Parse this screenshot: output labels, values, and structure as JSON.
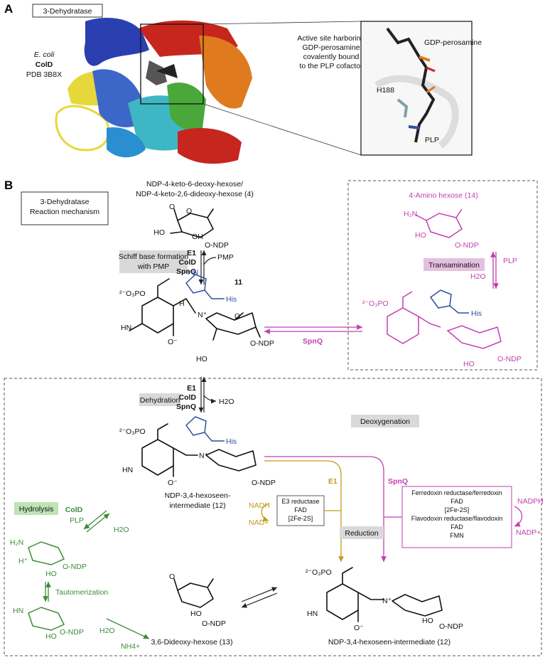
{
  "panel_a": {
    "label": "A",
    "title": "3-Dehydratase",
    "organism": "E. coli",
    "protein": "ColD",
    "pdb": "PDB 3B8X",
    "callout_line1": "Active site harboring",
    "callout_line2": "GDP-perosamine",
    "callout_line3": "covalently bound",
    "callout_line4": "to the PLP cofactor",
    "inset_ligand": "GDP-perosamine",
    "inset_residue": "H188",
    "inset_cofactor": "PLP"
  },
  "panel_b": {
    "label": "B",
    "title_line1": "3-Dehydratase",
    "title_line2": "Reaction mechanism",
    "substrate_line1": "NDP-4-keto-6-deoxy-hexose/",
    "substrate_line2": "NDP-4-keto-2,6-dideoxy-hexose (4)",
    "step1_label": "Schiff base formation with PMP",
    "step1_enzymes": [
      "E1",
      "ColD",
      "SpnQ"
    ],
    "step1_reagent": "PMP",
    "compound_11": "11",
    "his": "His",
    "spnq_label": "SpnQ",
    "transamination_box": {
      "product": "4-Amino hexose (14)",
      "step": "Transamination",
      "reagent_out": "PLP",
      "reagent_in": "H2O"
    },
    "dehydration": {
      "label": "Dehydration",
      "enzymes": [
        "E1",
        "ColD",
        "SpnQ"
      ],
      "product": "H2O"
    },
    "intermediate12": "NDP-3,4-hexoseen-intermediate (12)",
    "deoxygenation": "Deoxygenation",
    "hydrolysis": {
      "label": "Hydrolysis",
      "enzyme": "ColD",
      "reagent_out": "PLP",
      "reagent_in": "H2O",
      "tautomerization": "Tautomerization",
      "h2o": "H2O",
      "nh4": "NH4+"
    },
    "e1_branch": {
      "enzyme": "E1",
      "box": [
        "E3 reductase",
        "FAD",
        "[2Fe-2S]"
      ],
      "nadh": "NADH",
      "nad": "NAD+"
    },
    "reduction": "Reduction",
    "spnq_branch": {
      "enzyme": "SpnQ",
      "box": [
        "Ferredoxin reductase/ferredoxin",
        "FAD",
        "[2Fe-2S]",
        "Flavodoxin reductase/flavodoxin",
        "FAD",
        "FMN"
      ],
      "nadph": "NADPH",
      "nadp": "NADP+"
    },
    "product13": "3,6-Dideoxy-hexose (13)",
    "common": {
      "ndp": "O-NDP",
      "ho": "HO",
      "oh": "OH"
    }
  },
  "colors": {
    "protein_blue": "#2a3fb0",
    "protein_yellow": "#e6d83a",
    "protein_green": "#4aa73a",
    "protein_cyan": "#3fb6c4",
    "protein_orange": "#e07a1f",
    "protein_red": "#c7261f",
    "his_blue": "#2f4fa0",
    "transamination_magenta": "#c23fb0",
    "hydrolysis_green": "#3c8c37",
    "e1_gold": "#c49a1c",
    "label_gray": "#d9d9d9",
    "label_green": "#bfe3b4",
    "label_pink": "#e6bfe0"
  }
}
